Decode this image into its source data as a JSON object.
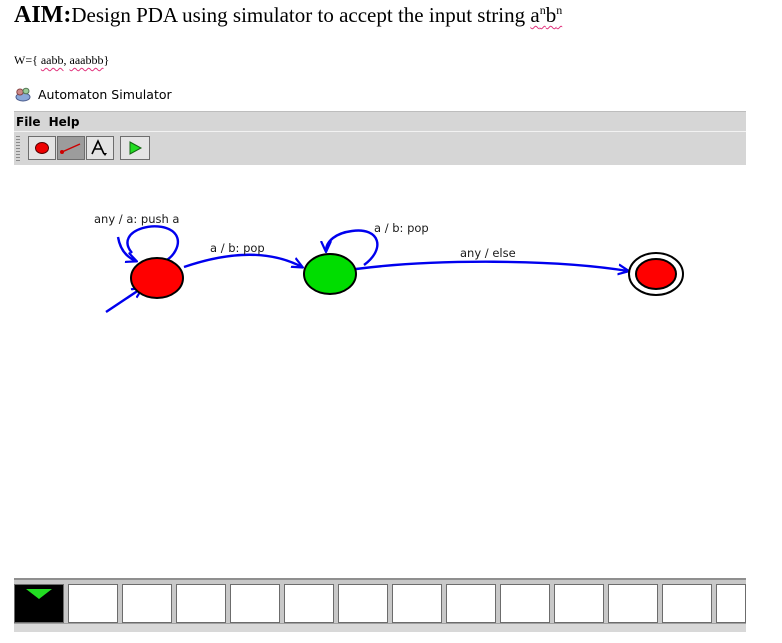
{
  "aim": {
    "label": "AIM:",
    "text": "Design PDA using simulator to accept the input string",
    "string_a": "a",
    "exp_n1": "n",
    "string_b": "b",
    "exp_n2": "n"
  },
  "wset": {
    "open": "W={",
    "s1": "aabb",
    "sep": ",",
    "s2": "aaabbb",
    "close": "}"
  },
  "app": {
    "title": "Automaton Simulator",
    "menus": [
      "File",
      "Help"
    ],
    "toolbar_icons": [
      "state-tool-icon",
      "transition-tool-icon",
      "label-tool-icon",
      "run-icon"
    ]
  },
  "diagram": {
    "states": [
      {
        "name": "start-state",
        "color": "#ff0000",
        "initial": true,
        "final": false
      },
      {
        "name": "middle-state",
        "color": "#00dd00",
        "initial": false,
        "final": false
      },
      {
        "name": "final-state",
        "color": "#ff0000",
        "initial": false,
        "final": true
      }
    ],
    "transitions": [
      {
        "from": "start-state",
        "to": "start-state",
        "label": "any / a: push a"
      },
      {
        "from": "start-state",
        "to": "middle-state",
        "label": "a / b: pop"
      },
      {
        "from": "middle-state",
        "to": "middle-state",
        "label": "a / b: pop"
      },
      {
        "from": "middle-state",
        "to": "final-state",
        "label": "any / else"
      }
    ],
    "edge_color": "#0000ee"
  },
  "tape": {
    "head_cell": 0
  }
}
